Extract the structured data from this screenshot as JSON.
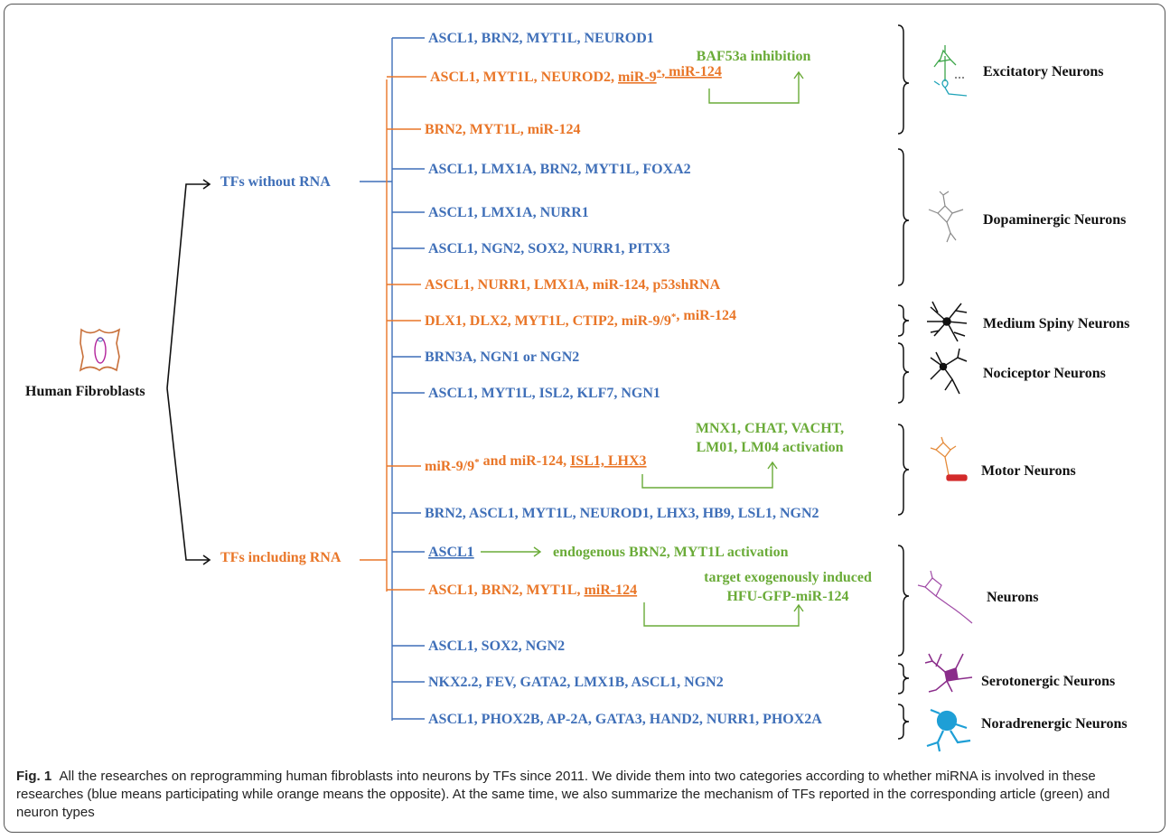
{
  "root_label": "Human Fibroblasts",
  "branches": [
    {
      "label": "TFs without RNA",
      "color": "#3f6fb8"
    },
    {
      "label": "TFs including RNA",
      "color": "#e97628"
    }
  ],
  "rows": [
    {
      "segments": [
        {
          "t": "ASCL1, BRN2, MYT1L, NEUROD1"
        }
      ],
      "color": "blue"
    },
    {
      "segments": [
        {
          "t": "ASCL1, MYT1L, NEUROD2, "
        },
        {
          "t": "miR-9",
          "u": true
        },
        {
          "t": "*",
          "sup": true,
          "u": true
        },
        {
          "t": ", miR-124",
          "u": true
        }
      ],
      "color": "orange"
    },
    {
      "segments": [
        {
          "t": "BRN2, MYT1L, miR-124"
        }
      ],
      "color": "orange"
    },
    {
      "segments": [
        {
          "t": "ASCL1, LMX1A, BRN2, MYT1L, FOXA2"
        }
      ],
      "color": "blue"
    },
    {
      "segments": [
        {
          "t": "ASCL1, LMX1A, NURR1"
        }
      ],
      "color": "blue"
    },
    {
      "segments": [
        {
          "t": "ASCL1, NGN2, SOX2, NURR1, PITX3"
        }
      ],
      "color": "blue"
    },
    {
      "segments": [
        {
          "t": "ASCL1, NURR1, LMX1A, miR-124, p53shRNA"
        }
      ],
      "color": "orange"
    },
    {
      "segments": [
        {
          "t": "DLX1, DLX2, MYT1L, CTIP2, miR-9/9"
        },
        {
          "t": "*",
          "sup": true
        },
        {
          "t": ", miR-124"
        }
      ],
      "color": "orange"
    },
    {
      "segments": [
        {
          "t": "BRN3A, NGN1 or NGN2"
        }
      ],
      "color": "blue"
    },
    {
      "segments": [
        {
          "t": "ASCL1, MYT1L, ISL2, KLF7, NGN1"
        }
      ],
      "color": "blue"
    },
    {
      "segments": [
        {
          "t": "miR-9/9"
        },
        {
          "t": "*",
          "sup": true
        },
        {
          "t": " and miR-124, "
        },
        {
          "t": "ISL1, LHX3",
          "u": true
        }
      ],
      "color": "orange"
    },
    {
      "segments": [
        {
          "t": "BRN2, ASCL1, MYT1L, NEUROD1, LHX3, HB9, LSL1, NGN2"
        }
      ],
      "color": "blue"
    },
    {
      "segments": [
        {
          "t": "ASCL1",
          "u": true
        }
      ],
      "color": "blue"
    },
    {
      "segments": [
        {
          "t": "ASCL1, BRN2, MYT1L, "
        },
        {
          "t": "miR-124",
          "u": true
        }
      ],
      "color": "orange"
    },
    {
      "segments": [
        {
          "t": "ASCL1, SOX2, NGN2"
        }
      ],
      "color": "blue"
    },
    {
      "segments": [
        {
          "t": "NKX2.2, FEV, GATA2, LMX1B, ASCL1, NGN2"
        }
      ],
      "color": "blue"
    },
    {
      "segments": [
        {
          "t": "ASCL1, PHOX2B, AP-2A, GATA3, HAND2, NURR1, PHOX2A"
        }
      ],
      "color": "blue"
    }
  ],
  "mechanisms": [
    {
      "lines": [
        "BAF53a inhibition"
      ]
    },
    {
      "lines": [
        "MNX1, CHAT, VACHT,",
        "LM01, LM04 activation"
      ]
    },
    {
      "lines": [
        "endogenous BRN2, MYT1L activation"
      ]
    },
    {
      "lines": [
        "target exogenously induced",
        "HFU-GFP-miR-124"
      ]
    }
  ],
  "neuron_types": [
    {
      "label": "Excitatory Neurons",
      "icon": "excitatory-neuron-icon"
    },
    {
      "label": "Dopaminergic Neurons",
      "icon": "dopaminergic-neuron-icon"
    },
    {
      "label": "Medium Spiny Neurons",
      "icon": "medium-spiny-neuron-icon"
    },
    {
      "label": "Nociceptor Neurons",
      "icon": "nociceptor-neuron-icon"
    },
    {
      "label": "Motor Neurons",
      "icon": "motor-neuron-icon"
    },
    {
      "label": "Neurons",
      "icon": "neuron-icon"
    },
    {
      "label": "Serotonergic Neurons",
      "icon": "serotonergic-neuron-icon"
    },
    {
      "label": "Noradrenergic Neurons",
      "icon": "noradrenergic-neuron-icon"
    }
  ],
  "caption": {
    "label": "Fig. 1",
    "text": "All the researches on reprogramming human fibroblasts into neurons by TFs since 2011. We divide them into two categories according to whether miRNA is involved in these researches (blue means participating while orange means the opposite). At the same time, we also summarize the mechanism of TFs reported in the corresponding article (green) and neuron types"
  },
  "colors": {
    "blue": "#3f6fb8",
    "orange": "#e97628",
    "green": "#6aab38",
    "black": "#111111"
  }
}
